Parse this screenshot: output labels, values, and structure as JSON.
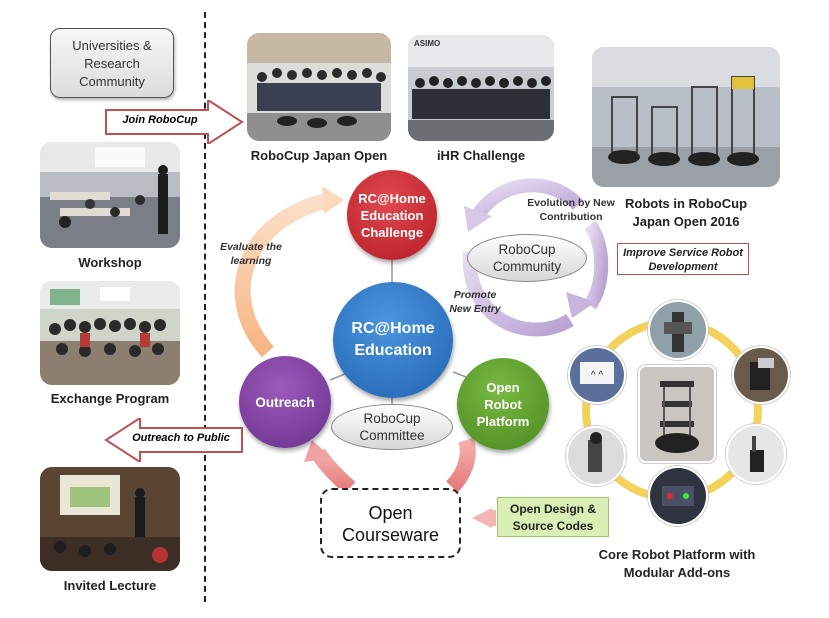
{
  "left_column": {
    "universities_box": "Universities & Research Community",
    "join_arrow": "Join RoboCup",
    "outreach_arrow": "Outreach to Public",
    "captions": [
      "Workshop",
      "Exchange Program",
      "Invited Lecture"
    ]
  },
  "top_photos": {
    "japan_open": "RoboCup Japan Open",
    "ihr": "iHR Challenge",
    "asimo_text": "ASIMO",
    "robots_2016": "Robots in RoboCup Japan Open 2016"
  },
  "center": {
    "education_circle": "RC@Home Education",
    "challenge_circle": "RC@Home Education Challenge",
    "outreach_circle": "Outreach",
    "platform_circle": "Open Robot Platform",
    "committee": "RoboCup Committee",
    "community": "RoboCup Community",
    "evaluate_note": "Evaluate the learning",
    "evolution_note": "Evolution by New Contribution",
    "promote_note": "Promote New Entry",
    "improve_box": "Improve Service Robot Development",
    "courseware": "Open Courseware",
    "open_design": "Open Design & Source Codes"
  },
  "platform": {
    "caption": "Core Robot Platform with Modular Add-ons"
  },
  "colors": {
    "red_circle": "#c0212b",
    "blue_circle": "#2a78c8",
    "purple_circle": "#7b3d9a",
    "green_circle": "#5a9a2a",
    "accent_red": "#c0504d",
    "ring": "#f2d25a"
  }
}
